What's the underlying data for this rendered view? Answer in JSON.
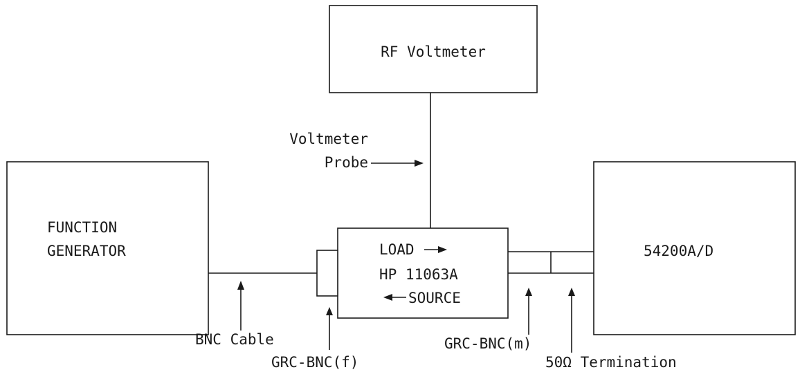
{
  "diagram": {
    "rf_voltmeter": "RF Voltmeter",
    "voltmeter_probe_line1": "Voltmeter",
    "voltmeter_probe_line2": "Probe",
    "function_generator_line1": "FUNCTION",
    "function_generator_line2": "GENERATOR",
    "adapter_load": "LOAD",
    "adapter_model": "HP 11063A",
    "adapter_source": "SOURCE",
    "oscilloscope": "54200A/D",
    "bnc_cable": "BNC Cable",
    "grc_bnc_f": "GRC-BNC(f)",
    "grc_bnc_m": "GRC-BNC(m)",
    "termination": "50Ω Termination"
  },
  "colors": {
    "line": "#1a1a1a",
    "background": "#ffffff"
  }
}
